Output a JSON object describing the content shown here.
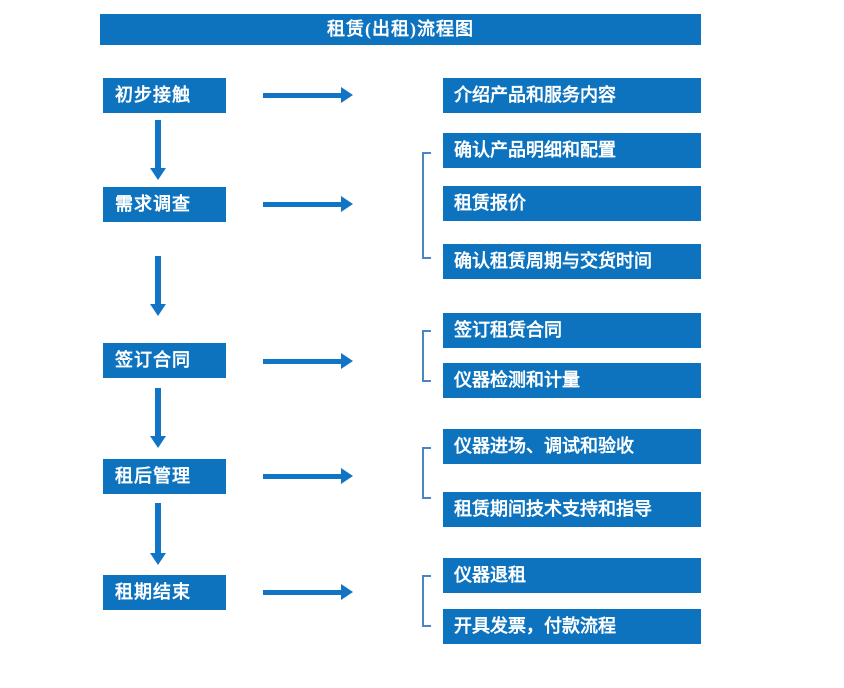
{
  "title": "租赁(出租)流程图",
  "colors": {
    "primary": "#0d73bf",
    "arrow": "#1274c5",
    "bracket": "#4a86c4",
    "text_on_primary": "#ffffff",
    "background": "#ffffff"
  },
  "steps": [
    {
      "label": "初步接触",
      "targets": [
        "介绍产品和服务内容"
      ]
    },
    {
      "label": "需求调查",
      "targets": [
        "确认产品明细和配置",
        "租赁报价",
        "确认租赁周期与交货时间"
      ]
    },
    {
      "label": "签订合同",
      "targets": [
        "签订租赁合同",
        "仪器检测和计量"
      ]
    },
    {
      "label": "租后管理",
      "targets": [
        "仪器进场、调试和验收",
        "租赁期间技术支持和指导"
      ]
    },
    {
      "label": "租期结束",
      "targets": [
        "仪器退租",
        "开具发票，付款流程"
      ]
    }
  ]
}
